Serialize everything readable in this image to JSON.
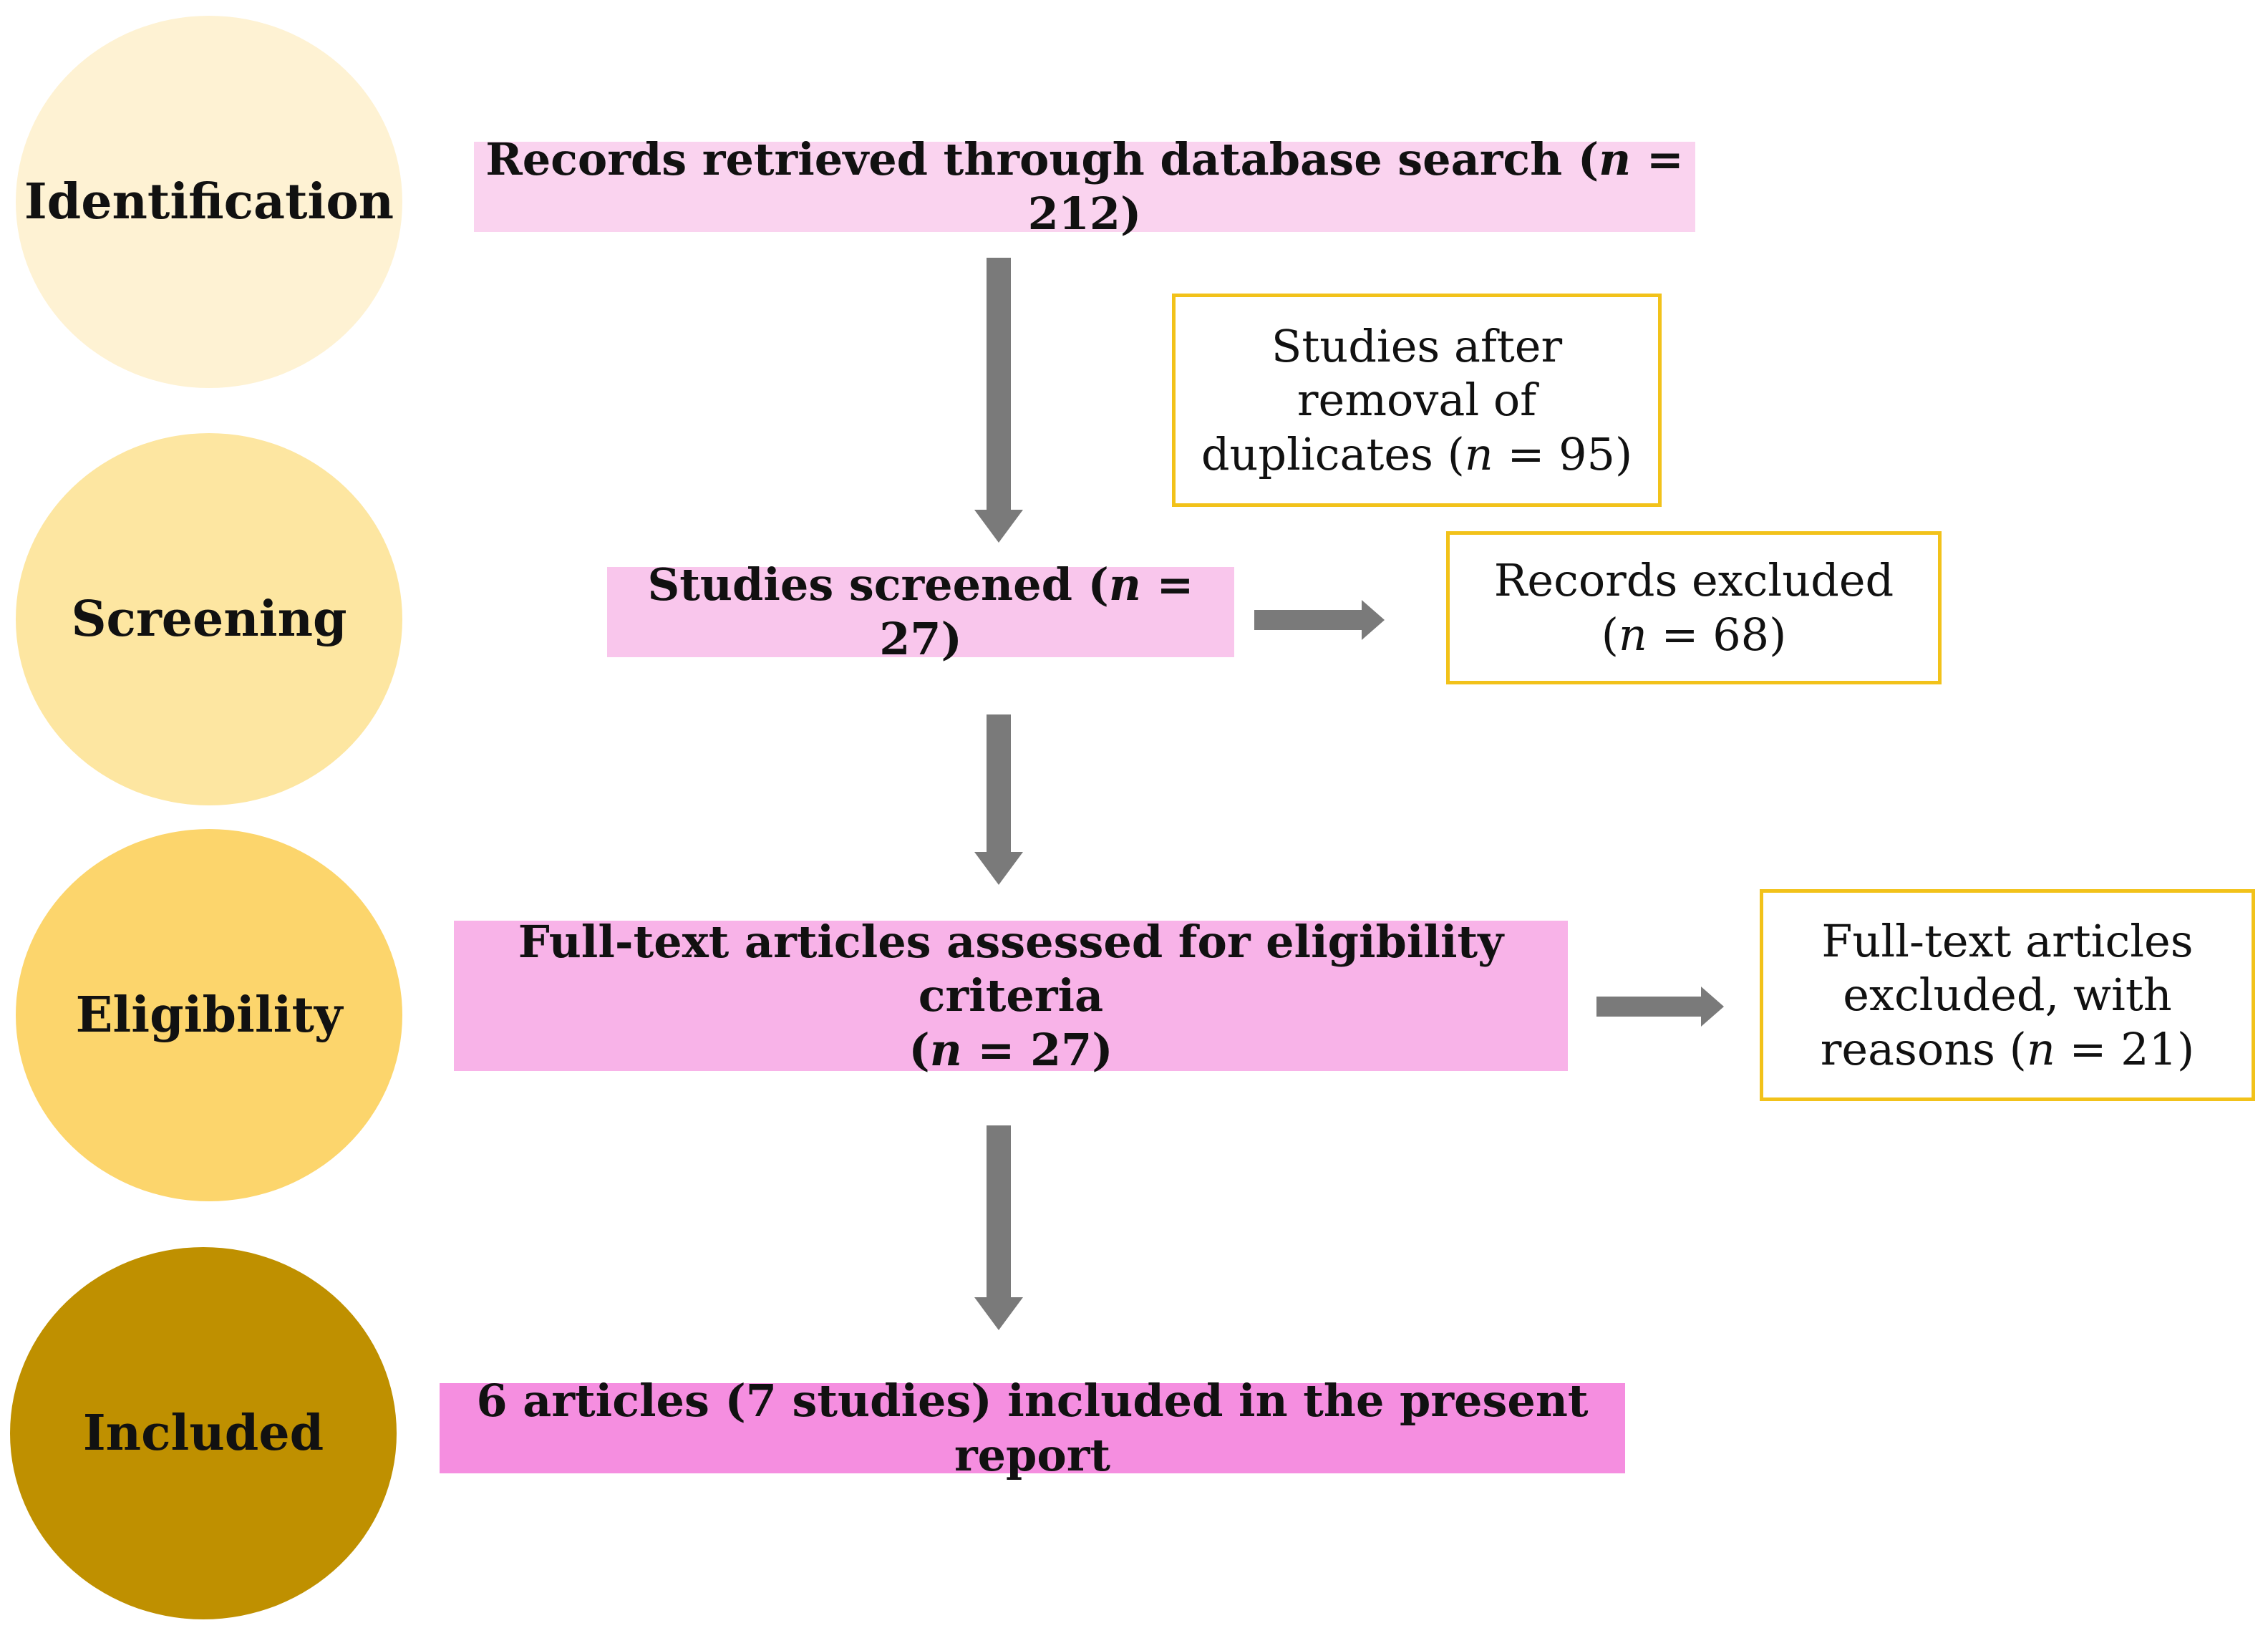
{
  "colors": {
    "stage_identification": "#FEF2D3",
    "stage_screening": "#FDE6A1",
    "stage_eligibility": "#FCD56C",
    "stage_included": "#BF9000",
    "box_records": "#FAD3EF",
    "box_screened": "#F9C6EC",
    "box_fulltext": "#F8B3E8",
    "box_included": "#F58EE0",
    "outline": "#F2C21A",
    "arrow": "#7A7A7A"
  },
  "stages": {
    "identification": "Identification",
    "screening": "Screening",
    "eligibility": "Eligibility",
    "included": "Included"
  },
  "boxes": {
    "records_retrieved": {
      "text": "Records retrieved through database search (",
      "n_symbol": "n",
      "n_value": " = 212)"
    },
    "after_duplicates": {
      "line1": "Studies after",
      "line2": "removal of",
      "line3": "duplicates (",
      "n_symbol": "n",
      "n_value": " = 95)"
    },
    "studies_screened": {
      "text": "Studies screened (",
      "n_symbol": "n",
      "n_value": " = 27)"
    },
    "records_excluded": {
      "line1": "Records excluded",
      "line2_pre": "(",
      "n_symbol": "n",
      "n_value": " = 68)"
    },
    "fulltext_assessed": {
      "line1": "Full-text articles assessed for eligibility criteria",
      "line2_pre": "(",
      "n_symbol": "n",
      "n_value": " = 27)"
    },
    "fulltext_excluded": {
      "line1": "Full-text articles",
      "line2": "excluded, with",
      "line3": "reasons (",
      "n_symbol": "n",
      "n_value": " = 21)"
    },
    "included_report": {
      "text": "6 articles (7 studies) included in the present report"
    }
  }
}
